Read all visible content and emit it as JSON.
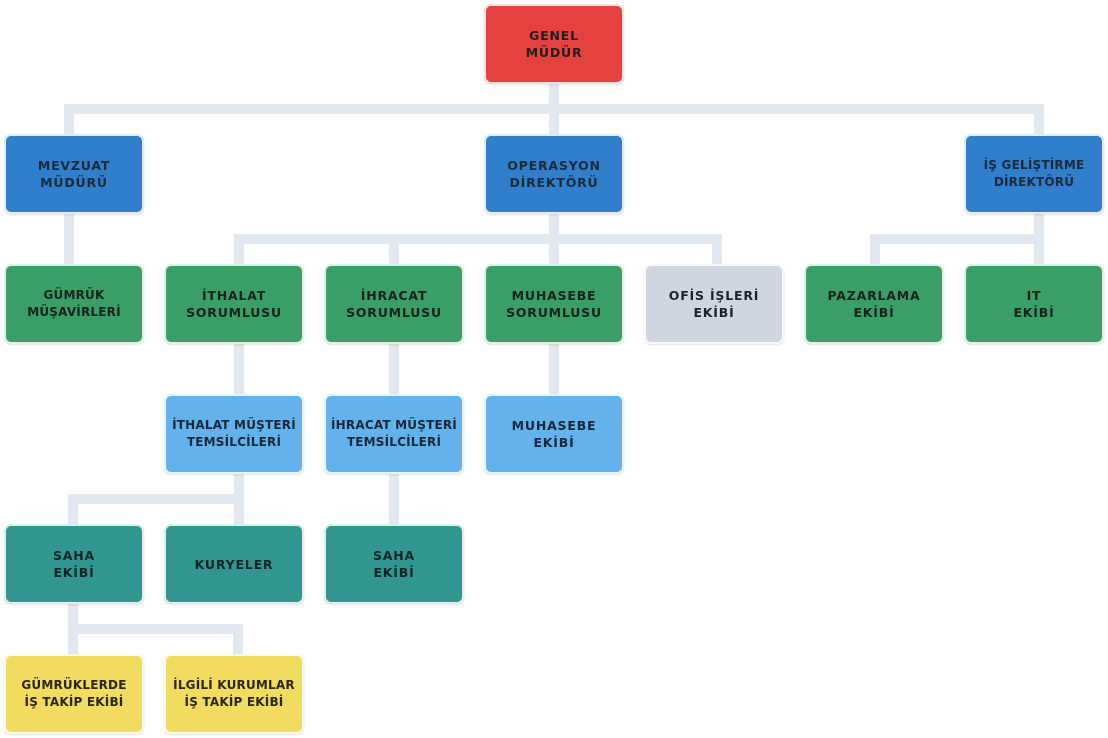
{
  "nodes": {
    "genel_mudur": {
      "line1": "GENEL",
      "line2": "MÜDÜR"
    },
    "mevzuat_muduru": {
      "line1": "MEVZUAT",
      "line2": "MÜDÜRÜ"
    },
    "operasyon_direktoru": {
      "line1": "OPERASYON",
      "line2": "DİREKTÖRÜ"
    },
    "is_gelistirme_direktoru": {
      "line1": "İŞ GELİŞTİRME",
      "line2": "DİREKTÖRÜ"
    },
    "gumruk_musavirleri": {
      "line1": "GÜMRÜK",
      "line2": "MÜŞAVİRLERİ"
    },
    "ithalat_sorumlusu": {
      "line1": "İTHALAT",
      "line2": "SORUMLUSU"
    },
    "ihracat_sorumlusu": {
      "line1": "İHRACAT",
      "line2": "SORUMLUSU"
    },
    "muhasebe_sorumlusu": {
      "line1": "MUHASEBE",
      "line2": "SORUMLUSU"
    },
    "ofis_isleri_ekibi": {
      "line1": "OFİS İŞLERİ",
      "line2": "EKİBİ"
    },
    "pazarlama_ekibi": {
      "line1": "PAZARLAMA",
      "line2": "EKİBİ"
    },
    "it_ekibi": {
      "line1": "IT",
      "line2": "EKİBİ"
    },
    "ithalat_musteri_temsilcileri": {
      "line1": "İTHALAT MÜŞTERİ",
      "line2": "TEMSİLCİLERİ"
    },
    "ihracat_musteri_temsilcileri": {
      "line1": "İHRACAT MÜŞTERİ",
      "line2": "TEMSİLCİLERİ"
    },
    "muhasebe_ekibi": {
      "line1": "MUHASEBE",
      "line2": "EKİBİ"
    },
    "saha_ekibi_1": {
      "line1": "SAHA",
      "line2": "EKİBİ"
    },
    "kuryeler": {
      "line1": "KURYELER"
    },
    "saha_ekibi_2": {
      "line1": "SAHA",
      "line2": "EKİBİ"
    },
    "gumruklerde_is_takip_ekibi": {
      "line1": "GÜMRÜKLERDE",
      "line2": "İŞ TAKİP EKİBİ"
    },
    "ilgili_kurumlar_is_takip_ekibi": {
      "line1": "İLGİLİ KURUMLAR",
      "line2": "İŞ TAKİP EKİBİ"
    }
  },
  "colors": {
    "executive": "#e5413f",
    "director": "#2f7fcc",
    "unit": "#3a9f66",
    "office": "#cfd6e0",
    "representatives": "#63b2ec",
    "field": "#319590",
    "tracking": "#f2dc60",
    "connector": "#e2e8f0"
  }
}
